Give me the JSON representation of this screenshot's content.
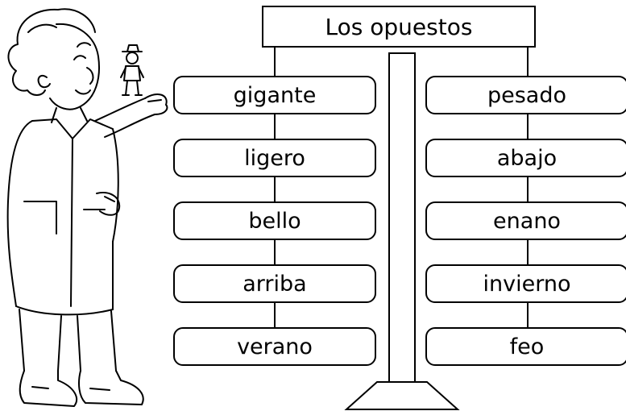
{
  "title": "Los opuestos",
  "left_words": [
    "gigante",
    "ligero",
    "bello",
    "arriba",
    "verano"
  ],
  "right_words": [
    "pesado",
    "abajo",
    "enano",
    "invierno",
    "feo"
  ]
}
